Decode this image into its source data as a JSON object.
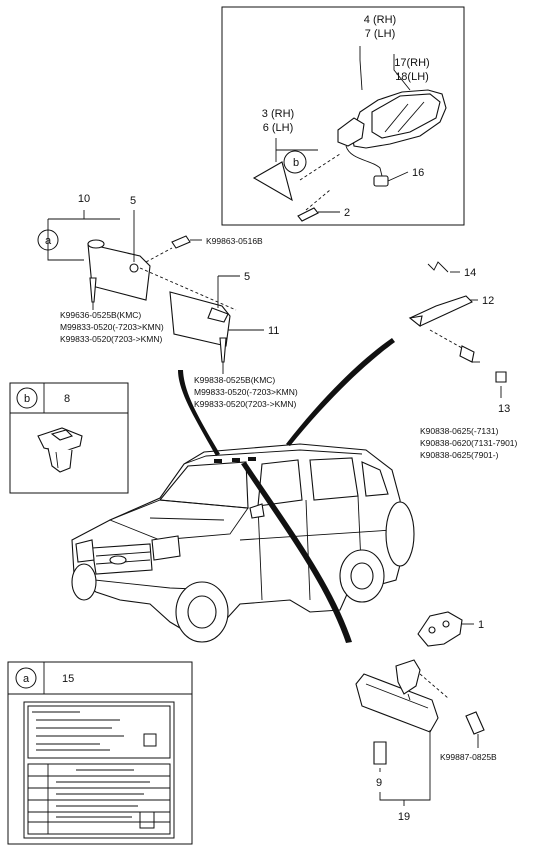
{
  "diagram": {
    "callouts": {
      "mirror_assy_rh": "4 (RH)",
      "mirror_assy_lh": "7 (LH)",
      "mirror_glass_rh": "17(RH)",
      "mirror_glass_lh": "18(LH)",
      "mirror_cover_rh": "3 (RH)",
      "mirror_cover_lh": "6 (LH)",
      "harness": "16",
      "mirror_bolt": "2",
      "visor_assy": "10",
      "visor_holder_a": "5",
      "visor_holder_b": "5",
      "visor_panel": "11",
      "grip": "12",
      "grip_clip": "14",
      "grip_cap": "13",
      "detail_b_part": "8",
      "dome_lamp": "1",
      "inner_mirror": "19",
      "inner_mirror_cover": "9",
      "label_sheet": "15"
    },
    "detail_keys": {
      "mirror_b": "b",
      "visor_a": "a",
      "box_b": "b",
      "box_a": "a"
    },
    "part_numbers": {
      "visor_top_screw": "K99863-0516B",
      "visor_left": [
        "K99636-0525B(KMC)",
        "M99833-0520(-7203>KMN)",
        "K99833-0520(7203->KMN)"
      ],
      "visor_right": [
        "K99838-0525B(KMC)",
        "M99833-0520(-7203>KMN)",
        "K99833-0520(7203->KMN)"
      ],
      "grip_screws": [
        "K90838-0625(-7131)",
        "K90838-0620(7131-7901)",
        "K90838-0625(7901-)"
      ],
      "mirror_screw": "K99887-0825B"
    }
  }
}
